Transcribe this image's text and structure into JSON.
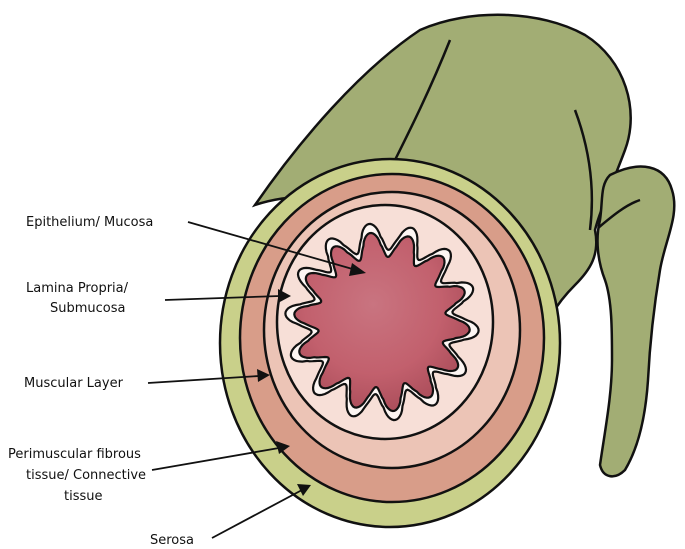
{
  "labels": {
    "epithelium": "Epithelium/ Mucosa",
    "lamina_line1": "Lamina Propria/",
    "lamina_line2": "Submucosa",
    "muscular": "Muscular Layer",
    "perimuscular_line1": "Perimuscular fibrous",
    "perimuscular_line2": "tissue/ Connective",
    "perimuscular_line3": "tissue",
    "serosa": "Serosa"
  },
  "colors": {
    "organ": "#a2ad74",
    "serosa": "#c9d08a",
    "perimuscular": "#d89d89",
    "muscular": "#ecc4b6",
    "submucosa": "#f7dfd7",
    "lumen": "#c2606d",
    "outline": "#111111"
  }
}
